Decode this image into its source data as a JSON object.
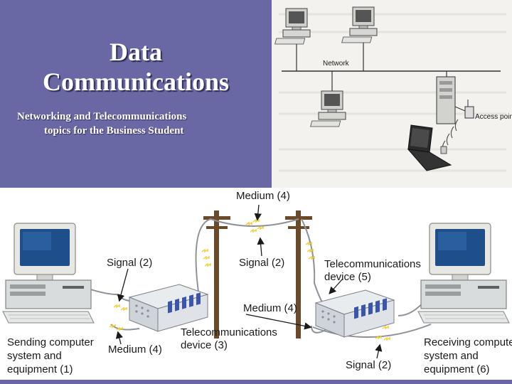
{
  "slide": {
    "title_line1": "Data",
    "title_line2": "Communications",
    "subtitle_line1": "Networking and Telecommunications",
    "subtitle_line2": "topics for the Business Student"
  },
  "network_figure": {
    "network_label": "Network",
    "access_point_label": "Access point"
  },
  "diagram": {
    "medium_top": "Medium (4)",
    "signal_left": "Signal (2)",
    "signal_middle": "Signal (2)",
    "telecom_device_5_line1": "Telecommunications",
    "telecom_device_5_line2": "device (5)",
    "medium_middle": "Medium (4)",
    "telecom_device_3_line1": "Telecommunications",
    "telecom_device_3_line2": "device (3)",
    "medium_left": "Medium (4)",
    "signal_bottom": "Signal (2)",
    "sending_line1": "Sending computer",
    "sending_line2": "system and",
    "sending_line3": "equipment (1)",
    "receiving_line1": "Receiving computer",
    "receiving_line2": "system and",
    "receiving_line3": "equipment (6)"
  },
  "colors": {
    "title_panel": "#6a67a5",
    "title_text": "#ffffff",
    "signal_spark": "#f4e03a",
    "monitor_screen": "#1f4f8a",
    "device_slot": "#3b55a8"
  }
}
